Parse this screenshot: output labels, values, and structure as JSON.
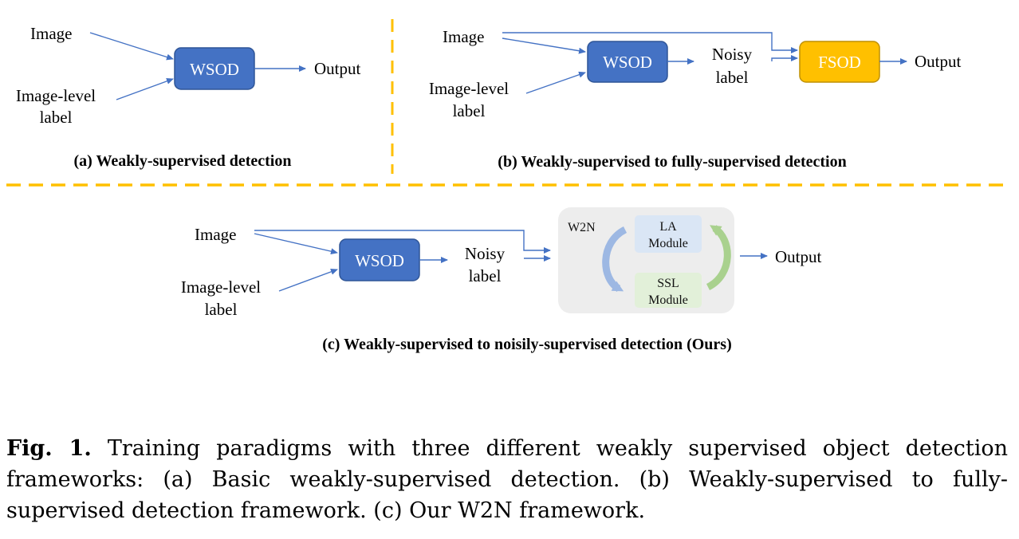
{
  "panel_a": {
    "input_image": "Image",
    "input_label_line1": "Image-level",
    "input_label_line2": "label",
    "box": "WSOD",
    "output": "Output",
    "caption": "(a) Weakly-supervised detection"
  },
  "panel_b": {
    "input_image": "Image",
    "input_label_line1": "Image-level",
    "input_label_line2": "label",
    "box1": "WSOD",
    "noisy_line1": "Noisy",
    "noisy_line2": "label",
    "box2": "FSOD",
    "output": "Output",
    "caption": "(b) Weakly-supervised to fully-supervised detection"
  },
  "panel_c": {
    "input_image": "Image",
    "input_label_line1": "Image-level",
    "input_label_line2": "label",
    "box": "WSOD",
    "noisy_line1": "Noisy",
    "noisy_line2": "label",
    "w2n": "W2N",
    "la_line1": "LA",
    "la_line2": "Module",
    "ssl_line1": "SSL",
    "ssl_line2": "Module",
    "output": "Output",
    "caption": "(c) Weakly-supervised to noisily-supervised detection (Ours)"
  },
  "figure_caption": {
    "label": "Fig. 1.",
    "text": " Training paradigms with three different weakly supervised object detection frameworks: (a) Basic weakly-supervised detection. (b) Weakly-supervised to fully-supervised detection framework. (c) Our W2N framework."
  },
  "colors": {
    "wsod_fill": "#4472C4",
    "wsod_stroke": "#2F5597",
    "fsod_fill": "#FFC000",
    "fsod_stroke": "#BF9000",
    "divider": "#FFC000",
    "arrow": "#4472C4",
    "w2n_panel": "#EDEDED",
    "la_fill": "#DAE6F5",
    "ssl_fill": "#E2F0D9"
  }
}
